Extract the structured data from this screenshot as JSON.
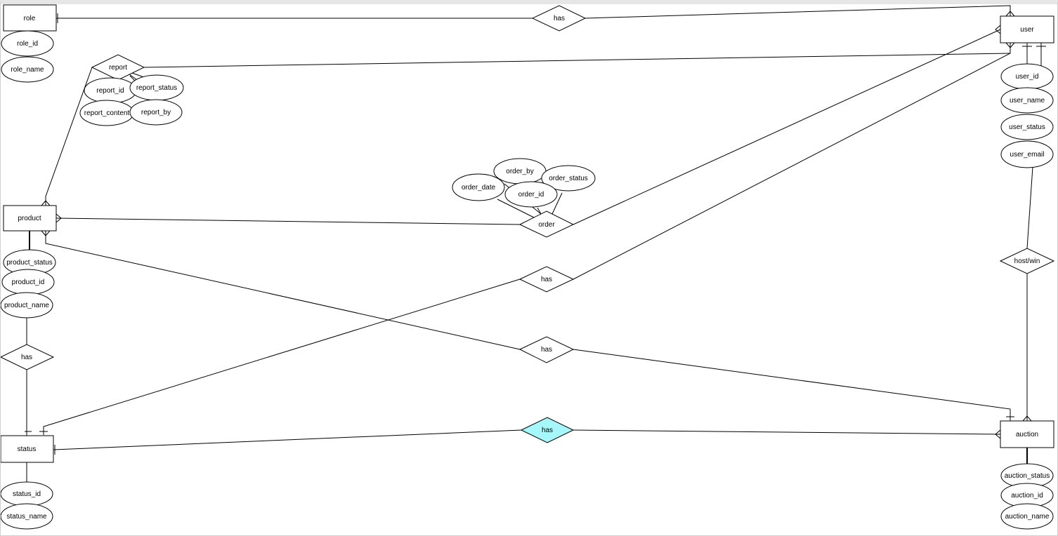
{
  "diagram": {
    "entities": {
      "role": "role",
      "user": "user",
      "product": "product",
      "status": "status",
      "auction": "auction"
    },
    "attributes": {
      "role_id": "role_id",
      "role_name": "role_name",
      "report_id": "report_id",
      "report_status": "report_status",
      "report_content": "report_content",
      "report_by": "report_by",
      "order_by": "order_by",
      "order_status": "order_status",
      "order_date": "order_date",
      "order_id": "order_id",
      "user_id": "user_id",
      "user_name": "user_name",
      "user_status": "user_status",
      "user_email": "user_email",
      "product_status": "product_status",
      "product_id": "product_id",
      "product_name": "product_name",
      "status_id": "status_id",
      "status_name": "status_name",
      "auction_status": "auction_status",
      "auction_id": "auction_id",
      "auction_name": "auction_name"
    },
    "relationships": {
      "role_user_has": "has",
      "report": "report",
      "order": "order",
      "user_status_has": "has",
      "product_auction_has": "has",
      "product_status_has": "has",
      "status_auction_has": "has",
      "host_win": "host/win"
    },
    "colors": {
      "stroke": "#000000",
      "fill": "#ffffff",
      "highlight": "#a6f7fa"
    }
  }
}
